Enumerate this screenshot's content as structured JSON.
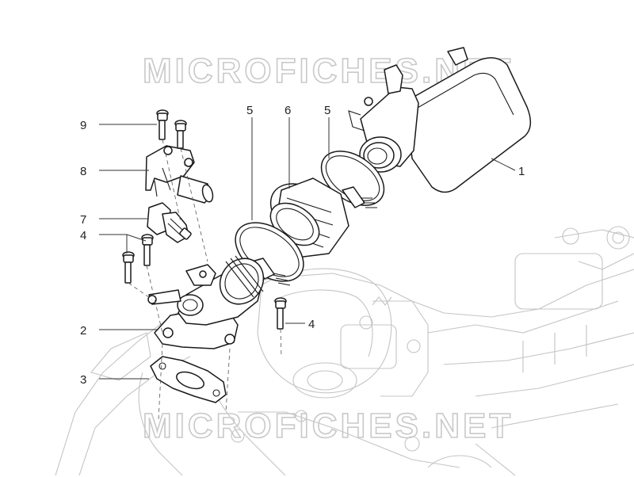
{
  "watermark": {
    "top": "MICROFICHES.NET",
    "bottom": "MICROFICHES.NET"
  },
  "callouts": [
    {
      "id": "label-1",
      "text": "1"
    },
    {
      "id": "label-2",
      "text": "2"
    },
    {
      "id": "label-3",
      "text": "3"
    },
    {
      "id": "label-4a",
      "text": "4"
    },
    {
      "id": "label-4b",
      "text": "4"
    },
    {
      "id": "label-5a",
      "text": "5"
    },
    {
      "id": "label-5b",
      "text": "5"
    },
    {
      "id": "label-6",
      "text": "6"
    },
    {
      "id": "label-7",
      "text": "7"
    },
    {
      "id": "label-8",
      "text": "8"
    },
    {
      "id": "label-9",
      "text": "9"
    }
  ]
}
